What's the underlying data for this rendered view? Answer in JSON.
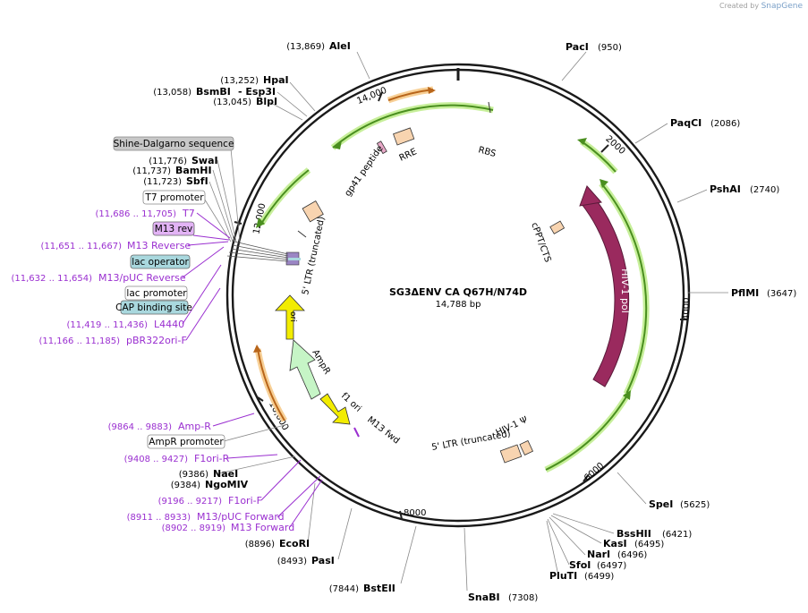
{
  "brand": {
    "prefix": "Created by",
    "name": "SnapGene"
  },
  "plasmid": {
    "name": "SG3ΔENV CA Q67H/N74D",
    "length_label": "14,788 bp"
  },
  "ticks": [
    "2000",
    "4000",
    "6000",
    "8000",
    "10,000",
    "12,000",
    "14,000"
  ],
  "sites": [
    {
      "name": "AleI",
      "pos": "(13,869)"
    },
    {
      "name": "HpaI",
      "pos": "(13,252)"
    },
    {
      "name": "BsmBI",
      "pos": "(13,058)"
    },
    {
      "name": "- Esp3I",
      "pos": ""
    },
    {
      "name": "BlpI",
      "pos": "(13,045)"
    },
    {
      "name": "SwaI",
      "pos": "(11,776)"
    },
    {
      "name": "BamHI",
      "pos": "(11,737)"
    },
    {
      "name": "SbfI",
      "pos": "(11,723)"
    },
    {
      "name": "PacI",
      "pos": "(950)"
    },
    {
      "name": "PaqCI",
      "pos": "(2086)"
    },
    {
      "name": "PshAI",
      "pos": "(2740)"
    },
    {
      "name": "PflMI",
      "pos": "(3647)"
    },
    {
      "name": "SpeI",
      "pos": "(5625)"
    },
    {
      "name": "BssHII",
      "pos": "(6421)"
    },
    {
      "name": "KasI",
      "pos": "(6495)"
    },
    {
      "name": "NarI",
      "pos": "(6496)"
    },
    {
      "name": "SfoI",
      "pos": "(6497)"
    },
    {
      "name": "PluTI",
      "pos": "(6499)"
    },
    {
      "name": "SnaBI",
      "pos": "(7308)"
    },
    {
      "name": "BstEII",
      "pos": "(7844)"
    },
    {
      "name": "PasI",
      "pos": "(8493)"
    },
    {
      "name": "EcoRI",
      "pos": "(8896)"
    },
    {
      "name": "NaeI",
      "pos": "(9386)"
    },
    {
      "name": "NgoMIV",
      "pos": "(9384)"
    }
  ],
  "primers": [
    {
      "name": "T7",
      "pos": "(11,686 .. 11,705)"
    },
    {
      "name": "M13 Reverse",
      "pos": "(11,651 .. 11,667)"
    },
    {
      "name": "M13/pUC Reverse",
      "pos": "(11,632 .. 11,654)"
    },
    {
      "name": "L4440",
      "pos": "(11,419 .. 11,436)"
    },
    {
      "name": "pBR322ori-F",
      "pos": "(11,166 .. 11,185)"
    },
    {
      "name": "Amp-R",
      "pos": "(9864 .. 9883)"
    },
    {
      "name": "F1ori-R",
      "pos": "(9408 .. 9427)"
    },
    {
      "name": "F1ori-F",
      "pos": "(9196 .. 9217)"
    },
    {
      "name": "M13/pUC Forward",
      "pos": "(8911 .. 8933)"
    },
    {
      "name": "M13 Forward",
      "pos": "(8902 .. 8919)"
    }
  ],
  "boxed_features": [
    "Shine-Dalgarno sequence",
    "T7 promoter",
    "M13 rev",
    "lac operator",
    "lac promoter",
    "CAP binding site",
    "AmpR promoter"
  ],
  "features": [
    "RBS",
    "RRE",
    "gp41 peptide",
    "cPPT/CTS",
    "HIV-1 pol",
    "5' LTR (truncated)",
    "ori",
    "AmpR",
    "f1 ori",
    "M13 fwd",
    "HIV-1 Ψ",
    "5' LTR (truncated)"
  ],
  "colors": {
    "backbone": "#1a1a1a",
    "pol": "#9a2a5e",
    "orf_green": "#4a8f1f",
    "orf_glow": "#c7ef9a",
    "orf_orange": "#b8651a",
    "orf_orange_glow": "#f7cf95",
    "ltr": "#f8d4b0",
    "ori": "#f2ec00",
    "ampr": "#c6f5c6",
    "primer": "#9a2fd0",
    "box_blue": "#a9d8de",
    "box_gray": "#c8c8c8",
    "box_purple": "#e2b3f5"
  }
}
